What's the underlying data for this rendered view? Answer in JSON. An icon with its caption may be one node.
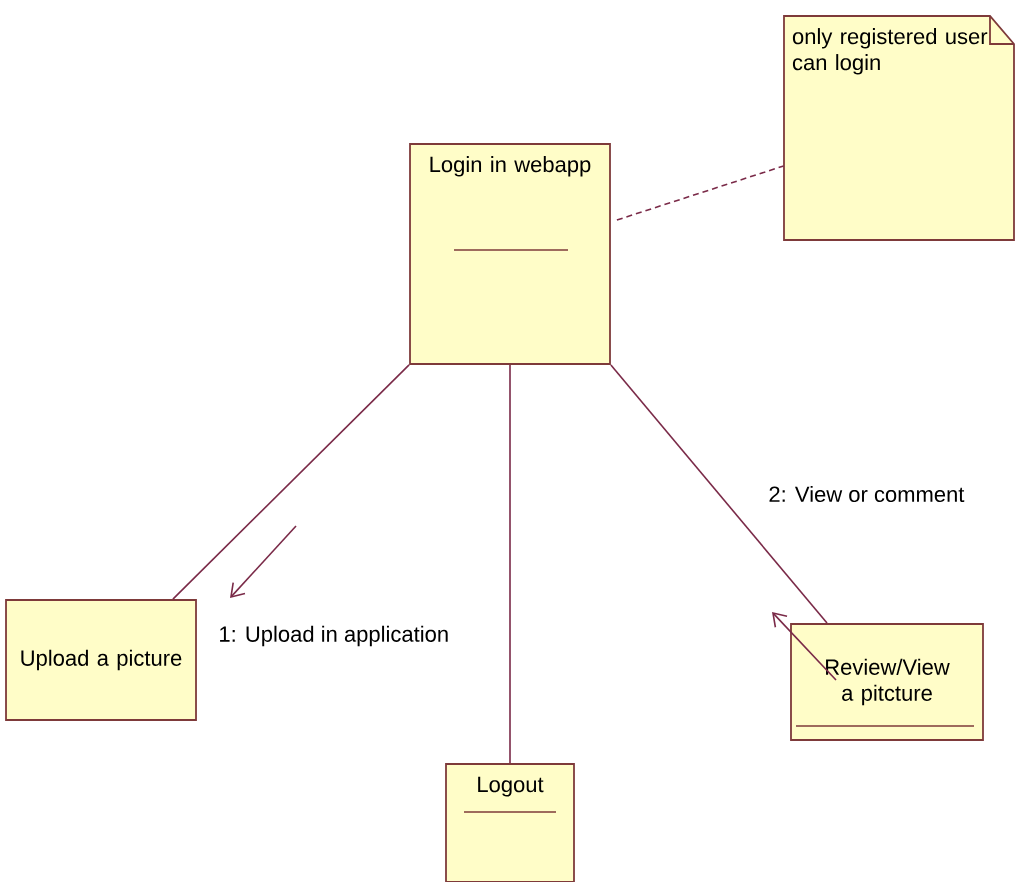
{
  "diagram": {
    "nodes": [
      {
        "text": [
          "Login in webapp"
        ]
      },
      {
        "text": [
          "only registered user can login"
        ]
      },
      {
        "text": [
          "Upload a picture"
        ]
      },
      {
        "text": [
          "Logout"
        ]
      },
      {
        "text": [
          "Review/View a pitcture"
        ]
      }
    ],
    "edges": [
      {
        "from": 0,
        "to": 1,
        "arrow": "none",
        "style": "dashed"
      },
      {
        "from": 0,
        "to": 2,
        "arrow": "none",
        "label": "1: Upload in application"
      },
      {
        "from": 0,
        "to": 3,
        "arrow": "none"
      },
      {
        "from": 0,
        "to": 4,
        "arrow": "none",
        "label": "2: View or comment"
      }
    ]
  }
}
